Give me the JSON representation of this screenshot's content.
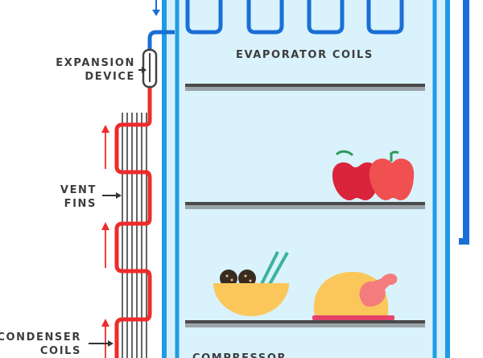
{
  "labels": {
    "expansion_device": [
      "EXPANSION",
      "DEVICE"
    ],
    "vent_fins": [
      "VENT",
      "FINS"
    ],
    "condenser_coils": [
      "CONDENSER",
      "COILS"
    ],
    "evaporator_coils": "EVAPORATOR COILS",
    "compressor": "COMPRESSOR"
  },
  "colors": {
    "cabinet_inner": "#d6f0fb",
    "cabinet_blue": "#1f9be6",
    "pipe_blue": "#1a6fd6",
    "condenser_red": "#ee2b2b",
    "shelf": "#4a4a4a",
    "text": "#3d3d3d",
    "apple_dark": "#d9243b",
    "apple_light": "#f0504f",
    "bowl": "#fbc75a",
    "chicken": "#fbc75a",
    "drumstick": "#f47c7c"
  }
}
